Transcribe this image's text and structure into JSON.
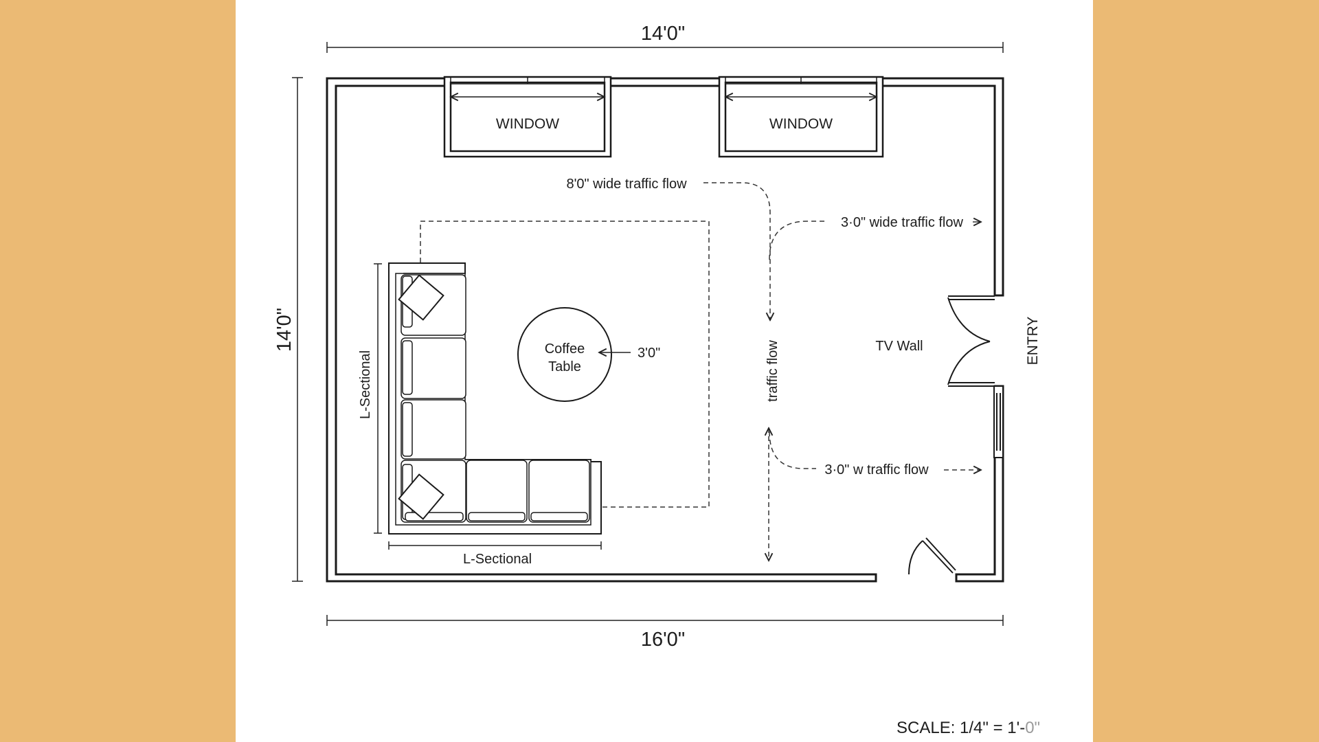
{
  "dimensions": {
    "top_width": "14'0\"",
    "bottom_width": "16'0\"",
    "left_height": "14'0\""
  },
  "windows": [
    "WINDOW",
    "WINDOW"
  ],
  "traffic": {
    "main": "8'0\" wide traffic flow",
    "upper_right": "3·0\" wide traffic flow",
    "vertical": "traffic flow",
    "lower_right": "3·0\" w traffic flow"
  },
  "furniture": {
    "coffee_table_line1": "Coffee",
    "coffee_table_line2": "Table",
    "coffee_table_dim": "3'0\"",
    "sectional_side": "L-Sectional",
    "sectional_bottom": "L-Sectional",
    "tv_wall": "TV Wall"
  },
  "entry": "ENTRY",
  "scale": {
    "prefix": "SCALE: 1/4\" = 1'-",
    "suffix": "0\""
  }
}
